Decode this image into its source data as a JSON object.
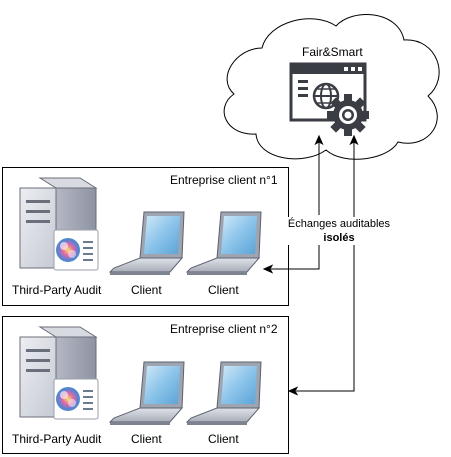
{
  "cloud": {
    "title": "Fair&Smart"
  },
  "exchange": {
    "line1": "Échanges auditables",
    "line2": "isolés"
  },
  "enterprises": [
    {
      "title": "Entreprise client n°1",
      "server_label": "Third-Party Audit",
      "clients": [
        "Client",
        "Client"
      ]
    },
    {
      "title": "Entreprise client n°2",
      "server_label": "Third-Party Audit",
      "clients": [
        "Client",
        "Client"
      ]
    }
  ]
}
